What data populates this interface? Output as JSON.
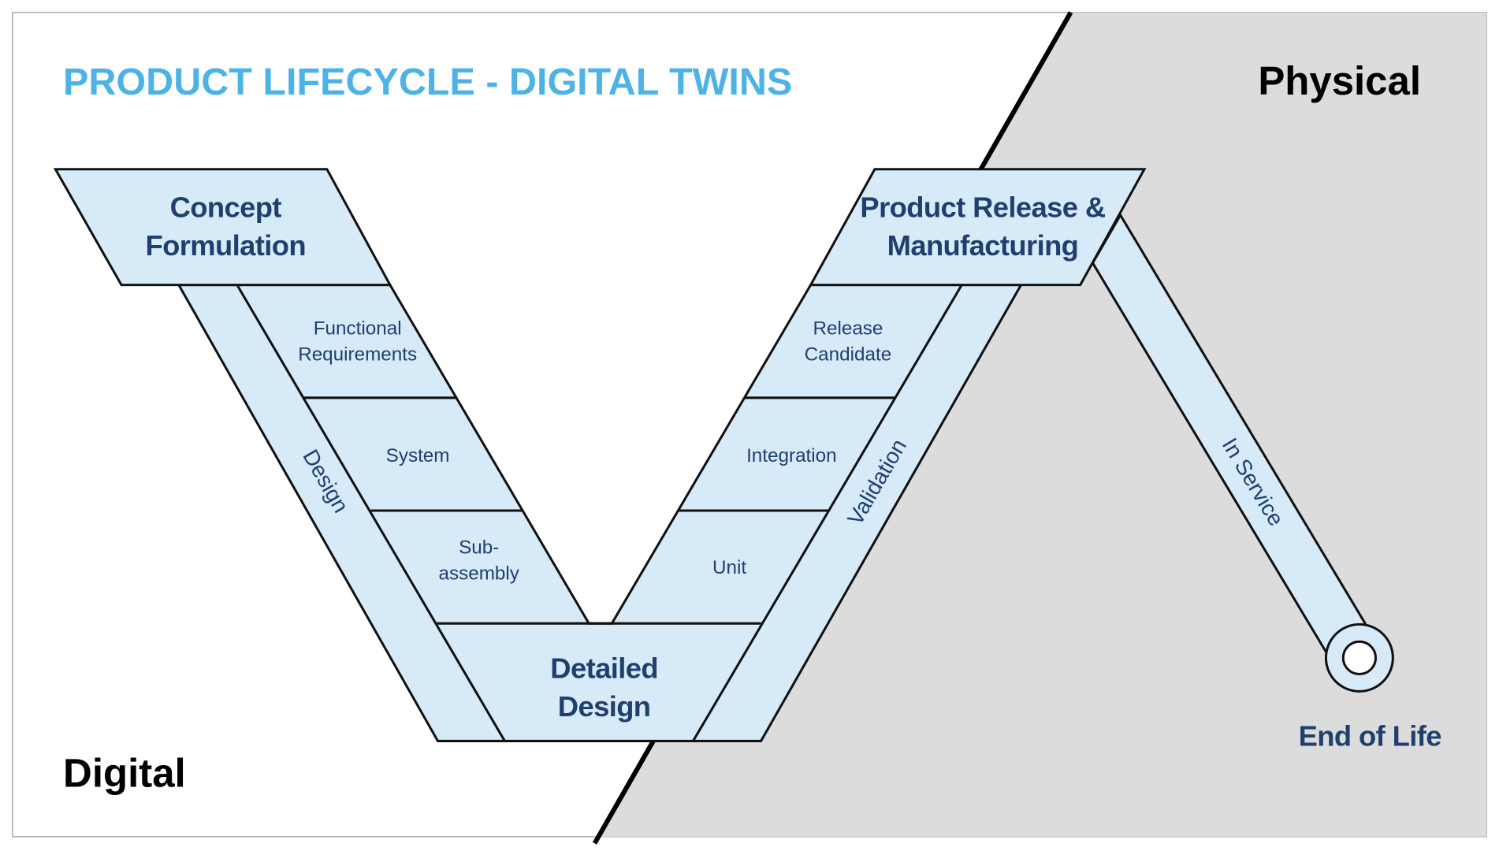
{
  "title": "PRODUCT LIFECYCLE - DIGITAL TWINS",
  "regions": {
    "digital": "Digital",
    "physical": "Physical"
  },
  "stages": {
    "concept": [
      "Concept",
      "Formulation"
    ],
    "detailed_design": [
      "Detailed",
      "Design"
    ],
    "product_release": [
      "Product Release &",
      "Manufacturing"
    ],
    "end_of_life": "End of Life"
  },
  "design_steps": {
    "functional": [
      "Functional",
      "Requirements"
    ],
    "system": "System",
    "subassembly": [
      "Sub-",
      "assembly"
    ]
  },
  "validation_steps": {
    "release": [
      "Release",
      "Candidate"
    ],
    "integration": "Integration",
    "unit": "Unit"
  },
  "bands": {
    "design": "Design",
    "validation": "Validation",
    "in_service": "In Service"
  },
  "colors": {
    "title": "#4db3e6",
    "text": "#1f3f6e",
    "fill": "#d6eaf8",
    "physical_bg": "#dcdcdc"
  }
}
